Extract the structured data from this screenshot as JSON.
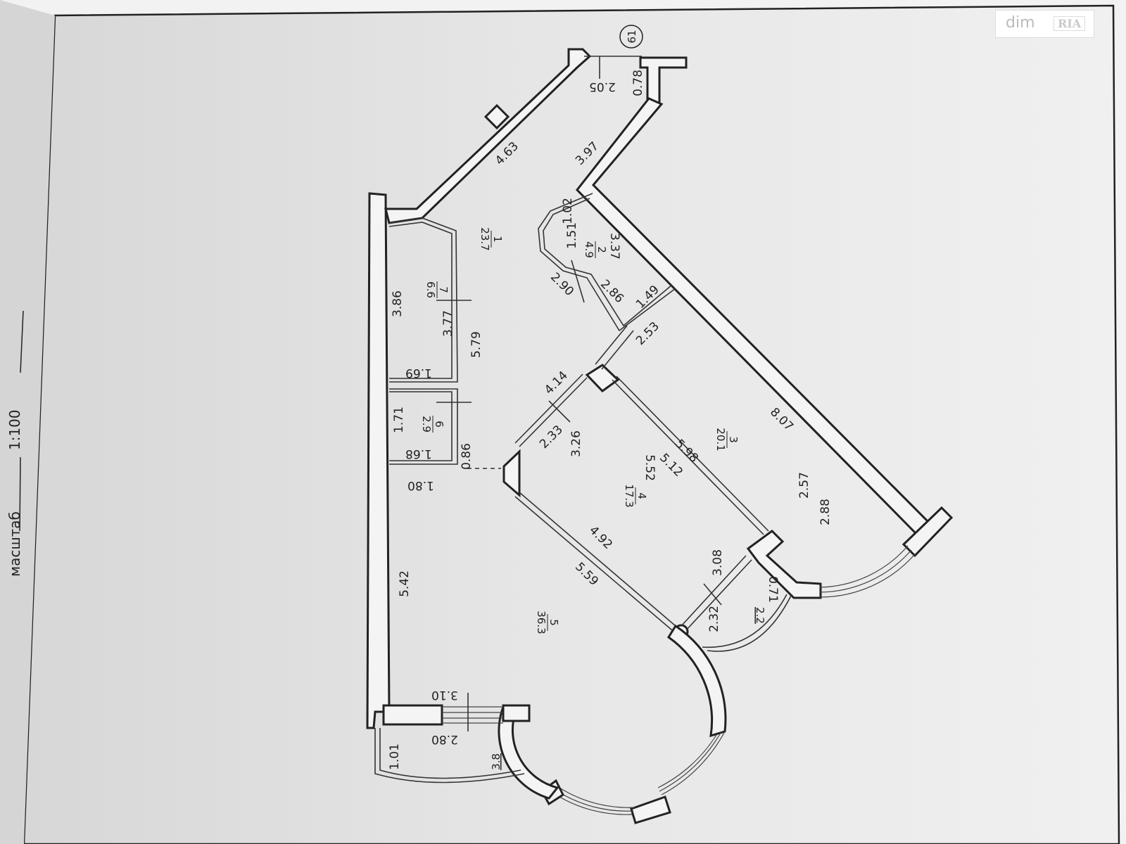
{
  "watermark": {
    "text_a": "dim",
    "text_b": "RIA"
  },
  "scale": {
    "label": "масштаб",
    "value": "1:100"
  },
  "marker": "61",
  "rooms": [
    {
      "id": "r1",
      "number": "1",
      "area": "23.7"
    },
    {
      "id": "r2",
      "number": "2",
      "area": "4.9"
    },
    {
      "id": "r3",
      "number": "3",
      "area": "20.1"
    },
    {
      "id": "r4",
      "number": "4",
      "area": "17.3"
    },
    {
      "id": "r5",
      "number": "5",
      "area": "36.3"
    },
    {
      "id": "r6",
      "number": "6",
      "area": "2.9"
    },
    {
      "id": "r7",
      "number": "7",
      "area": "6.6"
    }
  ],
  "balcony_areas": {
    "right": "2.2",
    "left": "3.8"
  },
  "dimensions": {
    "d205": "2.05",
    "d078": "0.78",
    "d463": "4.63",
    "d397": "3.97",
    "d102": "1.02",
    "d151": "1.51",
    "d337": "3.37",
    "d290": "2.90",
    "d286": "2.86",
    "d149": "1.49",
    "d253": "2.53",
    "d414": "4.14",
    "d233": "2.33",
    "d326": "3.26",
    "d598": "5.98",
    "d512": "5.12",
    "d552": "5.52",
    "d807": "8.07",
    "d257": "2.57",
    "d288": "2.88",
    "d386": "3.86",
    "d377": "3.77",
    "d579": "5.79",
    "d169": "1.69",
    "d171": "1.71",
    "d168": "1.68",
    "d086": "0.86",
    "d180": "1.80",
    "d492": "4.92",
    "d559": "5.59",
    "d308": "3.08",
    "d232": "2.32",
    "d071": "0.71",
    "d542": "5.42",
    "d310": "3.10",
    "d280": "2.80",
    "d101": "1.01"
  }
}
